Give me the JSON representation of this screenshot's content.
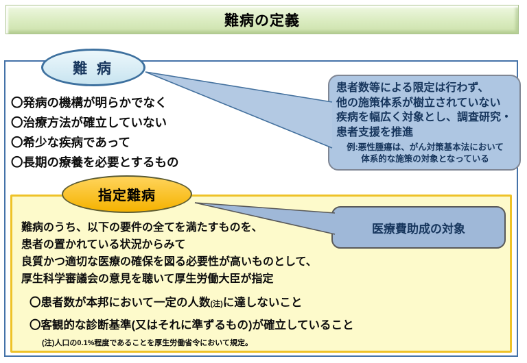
{
  "title": "難病の定義",
  "nanbyo": {
    "label": "難 病",
    "criteria": [
      "〇発病の機構が明らかでなく",
      "〇治療方法が確立していない",
      "〇希少な疾病であって",
      "〇長期の療養を必要とするもの"
    ],
    "callout": {
      "line1": "患者数等による限定は行わず、",
      "line2": "他の施策体系が樹立されていない",
      "line3": "疾病を幅広く対象とし、調査研究・",
      "line4": "患者支援を推進",
      "example_line1": "例:悪性腫瘍は、がん対策基本法において",
      "example_line2": "体系的な施策の対象となっている"
    }
  },
  "shitei": {
    "label": "指定難病",
    "desc1": "難病のうち、以下の要件の全てを満たすものを、",
    "desc2": "患者の置かれている状況からみて",
    "desc3": "良質かつ適切な医療の確保を図る必要性が高いものとして、",
    "desc4": "厚生科学審議会の意見を聴いて厚生労働大臣が指定",
    "req1_pre": "〇患者数が本邦において一定の人数",
    "req1_note": "(注)",
    "req1_post": "に達しないこと",
    "req2": "〇客観的な診断基準(又はそれに準ずるもの)が確立していること",
    "note": "(注)人口の0.1%程度であることを厚生労働省令において規定。",
    "callout": "医療費助成の対象"
  },
  "colors": {
    "frame_border": "#4472a8",
    "banner_fill": "#dcedc3",
    "nanbyo_ellipse_fill": "#cde7f2",
    "nanbyo_ellipse_border": "#3e719f",
    "blue_callout_fill": "#aec6e2",
    "gold_ellipse_fill": "#f5b200",
    "yellow_box_fill": "#fdfacb",
    "yellow_box_border": "#eec228",
    "subsidy_callout_fill": "#9fb8d8",
    "navy_text": "#17365d"
  }
}
